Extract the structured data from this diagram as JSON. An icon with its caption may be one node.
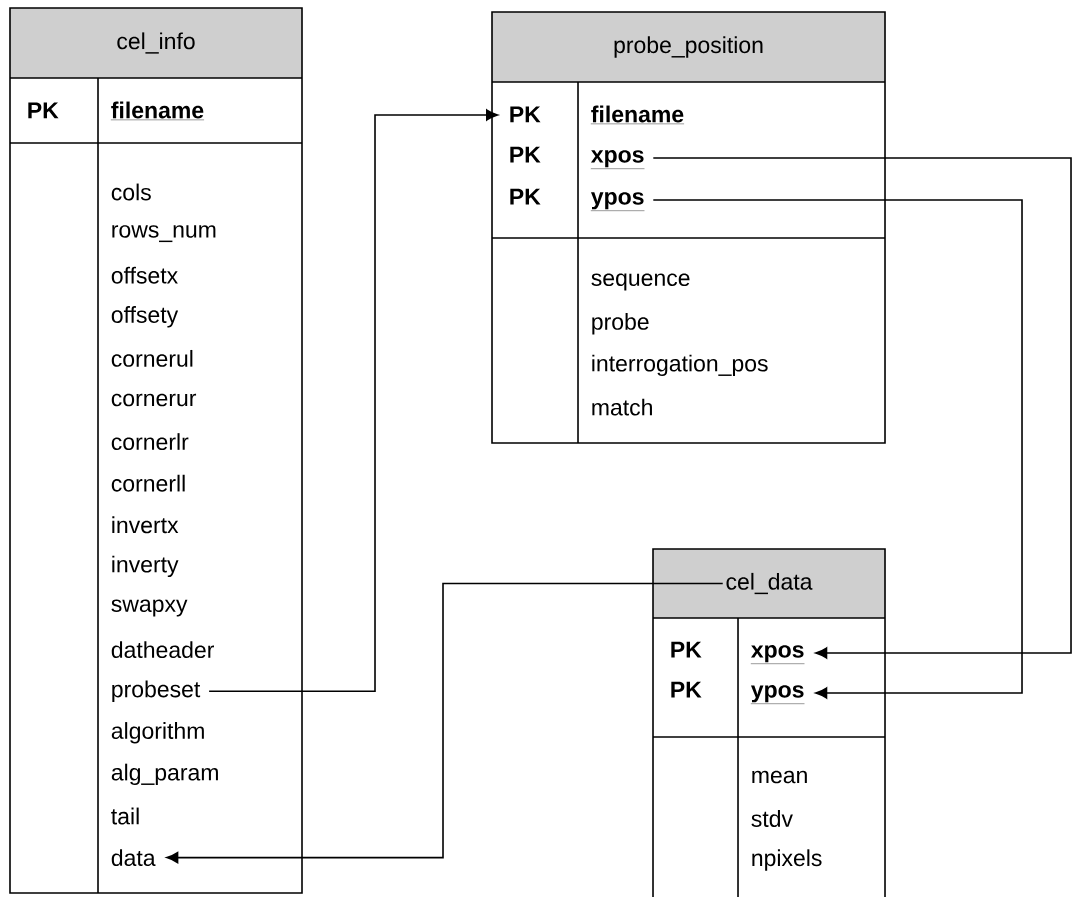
{
  "diagram": {
    "nodes": [
      {
        "text": [
          "cel_info"
        ]
      },
      {
        "text": [
          "PK",
          "filename"
        ],
        "in": 0
      },
      {
        "text": [
          "cols"
        ],
        "in": 0
      },
      {
        "text": [
          "rows_num"
        ],
        "in": 0
      },
      {
        "text": [
          "offsetx"
        ],
        "in": 0
      },
      {
        "text": [
          "offsety"
        ],
        "in": 0
      },
      {
        "text": [
          "cornerul"
        ],
        "in": 0
      },
      {
        "text": [
          "cornerur"
        ],
        "in": 0
      },
      {
        "text": [
          "cornerlr"
        ],
        "in": 0
      },
      {
        "text": [
          "cornerll"
        ],
        "in": 0
      },
      {
        "text": [
          "invertx"
        ],
        "in": 0
      },
      {
        "text": [
          "inverty"
        ],
        "in": 0
      },
      {
        "text": [
          "swapxy"
        ],
        "in": 0
      },
      {
        "text": [
          "datheader"
        ],
        "in": 0
      },
      {
        "text": [
          "probeset"
        ],
        "in": 0
      },
      {
        "text": [
          "algorithm"
        ],
        "in": 0
      },
      {
        "text": [
          "alg_param"
        ],
        "in": 0
      },
      {
        "text": [
          "tail"
        ],
        "in": 0
      },
      {
        "text": [
          "data"
        ],
        "in": 0
      },
      {
        "text": [
          "probe_position"
        ]
      },
      {
        "text": [
          "PK",
          "filename"
        ],
        "in": 19
      },
      {
        "text": [
          "PK",
          "xpos"
        ],
        "in": 19
      },
      {
        "text": [
          "PK",
          "ypos"
        ],
        "in": 19
      },
      {
        "text": [
          "sequence"
        ],
        "in": 19
      },
      {
        "text": [
          "probe"
        ],
        "in": 19
      },
      {
        "text": [
          "interrogation_pos"
        ],
        "in": 19
      },
      {
        "text": [
          "match"
        ],
        "in": 19
      },
      {
        "text": [
          "cel_data"
        ]
      },
      {
        "text": [
          "PK",
          "xpos"
        ],
        "in": 27
      },
      {
        "text": [
          "PK",
          "ypos"
        ],
        "in": 27
      },
      {
        "text": [
          "mean"
        ],
        "in": 27
      },
      {
        "text": [
          "stdv"
        ],
        "in": 27
      },
      {
        "text": [
          "npixels"
        ],
        "in": 27
      }
    ],
    "edges": [
      {
        "from": 14,
        "to": 20,
        "arrow": "to"
      },
      {
        "from": 21,
        "to": 28,
        "arrow": "to"
      },
      {
        "from": 22,
        "to": 29,
        "arrow": "to"
      },
      {
        "from": 27,
        "to": 18,
        "arrow": "to"
      }
    ]
  }
}
